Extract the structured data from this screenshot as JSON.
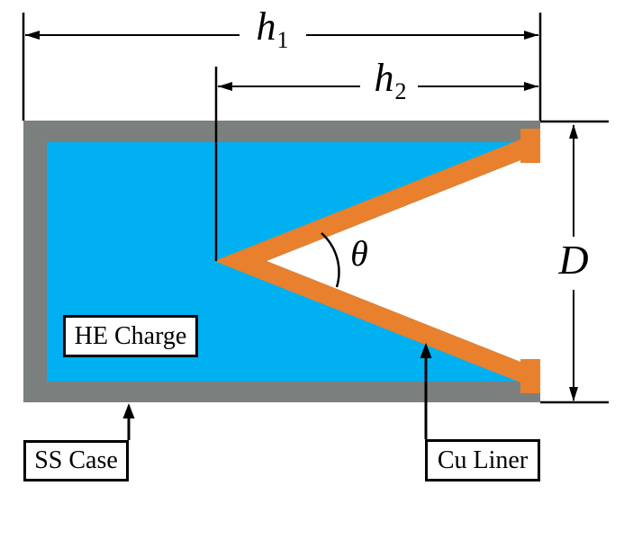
{
  "colors": {
    "case_gray": "#7b7f7d",
    "charge_blue": "#00b0f0",
    "liner_orange": "#e8802d",
    "line_black": "#000000",
    "hollow_white": "#ffffff"
  },
  "dimensions": {
    "h1_base": "h",
    "h1_sub": "1",
    "h2_base": "h",
    "h2_sub": "2",
    "diameter": "D",
    "cone_angle": "θ"
  },
  "labels": {
    "he_charge": "HE Charge",
    "ss_case": "SS Case",
    "cu_liner": "Cu Liner"
  }
}
